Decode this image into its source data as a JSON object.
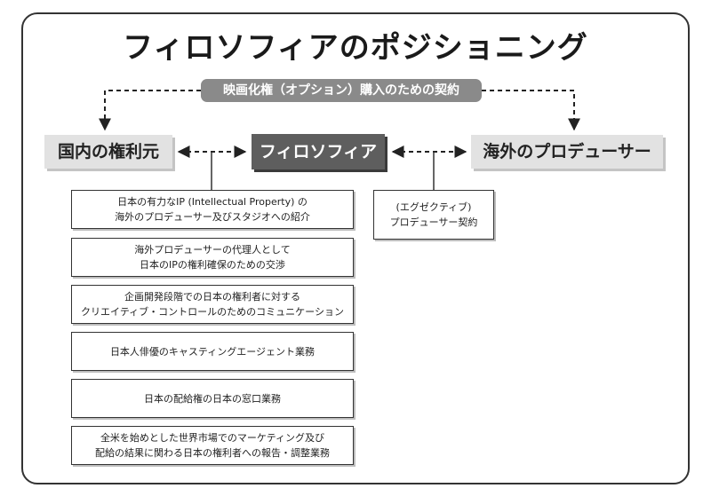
{
  "title": "フィロソフィアのポジショニング",
  "contract_label": "映画化権（オプション）購入のための契約",
  "entities": {
    "left": "国内の権利元",
    "center": "フィロソフィア",
    "right": "海外のプロデューサー"
  },
  "services": [
    {
      "line1": "日本の有力なIP (Intellectual Property) の",
      "line2": "海外のプロデューサー及びスタジオへの紹介"
    },
    {
      "line1": "海外プロデューサーの代理人として",
      "line2": "日本のIPの権利確保のための交渉"
    },
    {
      "line1": "企画開発段階での日本の権利者に対する",
      "line2": "クリエイティブ・コントロールのためのコミュニケーション"
    },
    {
      "line1": "日本人俳優のキャスティングエージェント業務",
      "line2": ""
    },
    {
      "line1": "日本の配給権の日本の窓口業務",
      "line2": ""
    },
    {
      "line1": "全米を始めとした世界市場でのマーケティング及び",
      "line2": "配給の結果に関わる日本の権利者への報告・調整業務"
    }
  ],
  "exec_contract": {
    "line1": "(エグゼクティブ)",
    "line2": "プロデューサー契約"
  },
  "colors": {
    "dark_box": "#5e5e5e",
    "light_box": "#e2e2e2",
    "contract_bar": "#8a8a8a"
  }
}
